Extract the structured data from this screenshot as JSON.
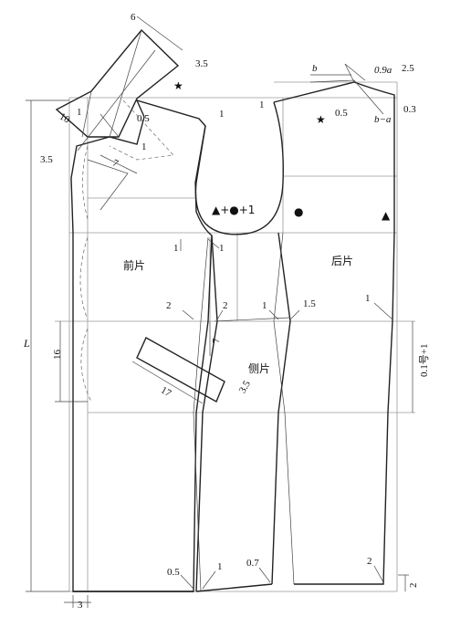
{
  "panels": {
    "front": "前片",
    "back": "后片",
    "side": "侧片"
  },
  "length_label": "L",
  "symbols": {
    "star": "★",
    "triangle": "▲",
    "dot": "●",
    "triangle_dot_plus1": "▲+●+1"
  },
  "measures": {
    "m6": "6",
    "m3_5_top": "3.5",
    "m10": "10",
    "m1_collar": "1",
    "m0_5_collar": "0.5",
    "m3_5_left": "3.5",
    "m1_lapel": "1",
    "m7_lapel": "7",
    "m1_shoulder_front": "1",
    "m1_back_neck": "1",
    "b_top": "b",
    "a09": "0.9a",
    "m2_5": "2.5",
    "m0_5_back": "0.5",
    "m0_3": "0.3",
    "b_minus_a": "b−a",
    "m1_armhole": "1",
    "m2_left": "2",
    "m2_right": "2",
    "m7_mid": "7",
    "m1_side": "1",
    "m1_5": "1.5",
    "m1_back_side": "1",
    "m16": "16",
    "m17": "17",
    "m3_5_pocket": "3.5",
    "chest_formula": "0.1号+1",
    "m0_5_hem": "0.5",
    "m1_hem": "1",
    "m0_7": "0.7",
    "m2_hem": "2",
    "m2_right_hem": "2",
    "m3_hem": "3"
  }
}
